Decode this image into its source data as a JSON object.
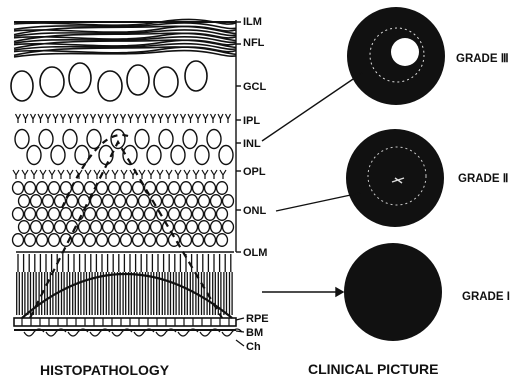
{
  "layers": {
    "ilm": "ILM",
    "nfl": "NFL",
    "gcl": "GCL",
    "ipl": "IPL",
    "inl": "INL",
    "opl": "OPL",
    "onl": "ONL",
    "olm": "OLM",
    "rpe": "RPE",
    "bm": "BM",
    "ch": "Ch"
  },
  "captions": {
    "left": "HISTOPATHOLOGY",
    "right": "CLINICAL PICTURE"
  },
  "grades": {
    "g3": "GRADE Ⅲ",
    "g2": "GRADE Ⅱ",
    "g1": "GRADE I"
  },
  "colors": {
    "ink": "#111111",
    "paper": "#ffffff"
  }
}
